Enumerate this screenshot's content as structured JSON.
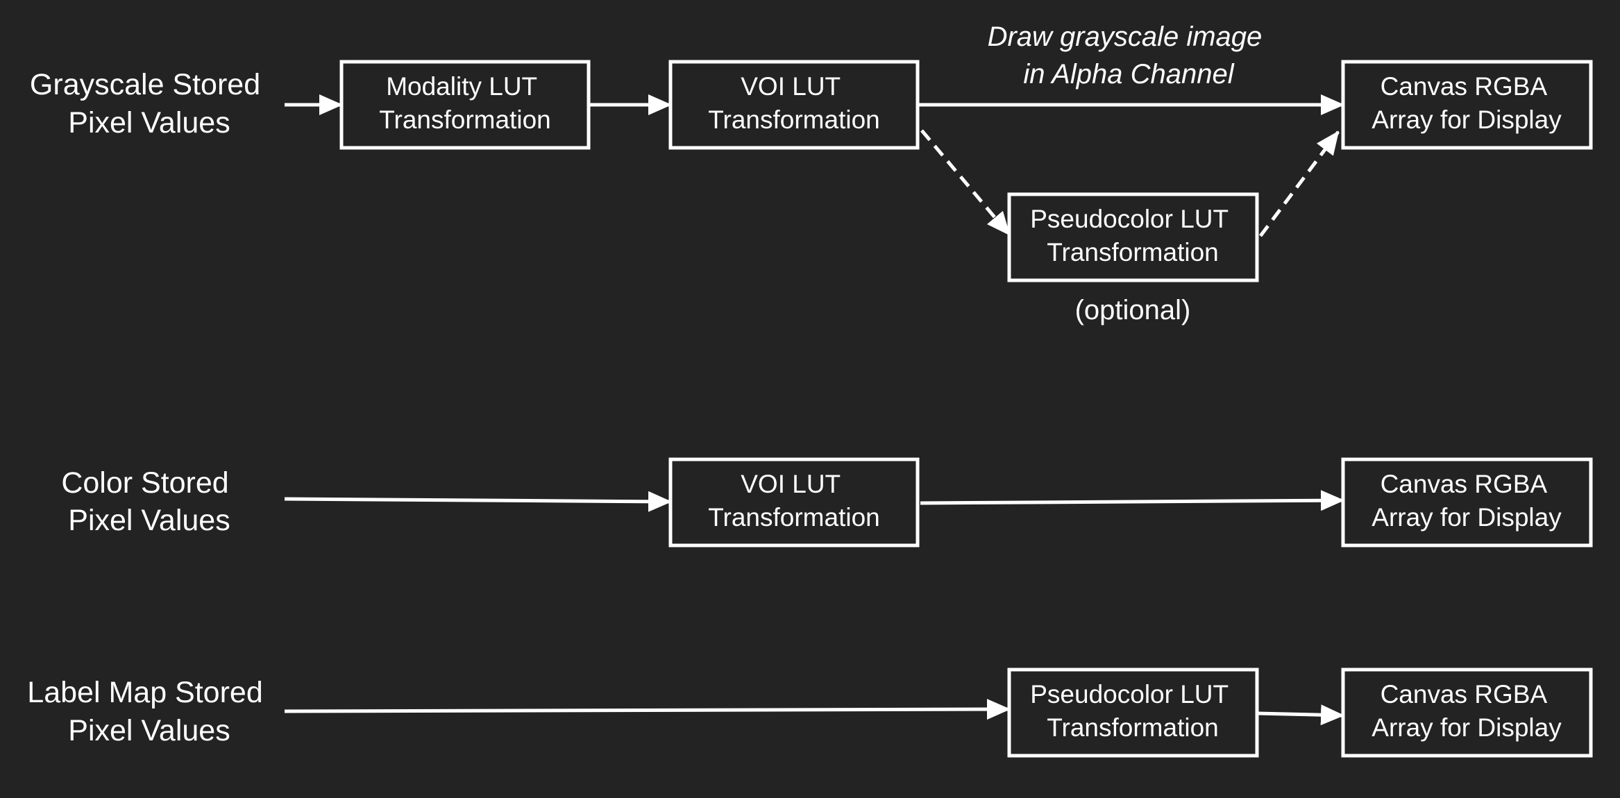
{
  "colors": {
    "background": "#232323",
    "foreground": "#ffffff"
  },
  "rows": {
    "grayscale": {
      "label": [
        "Grayscale Stored",
        "Pixel Values"
      ]
    },
    "color": {
      "label": [
        "Color Stored",
        "Pixel Values"
      ]
    },
    "labelmap": {
      "label": [
        "Label Map Stored",
        "Pixel Values"
      ]
    }
  },
  "nodes": {
    "grayscale_modality_lut": [
      "Modality LUT",
      "Transformation"
    ],
    "grayscale_voi_lut": [
      "VOI LUT",
      "Transformation"
    ],
    "grayscale_pseudocolor_lut": [
      "Pseudocolor LUT",
      "Transformation"
    ],
    "grayscale_canvas": [
      "Canvas RGBA",
      "Array for Display"
    ],
    "color_voi_lut": [
      "VOI LUT",
      "Transformation"
    ],
    "color_canvas": [
      "Canvas RGBA",
      "Array for Display"
    ],
    "labelmap_pseudocolor_lut": [
      "Pseudocolor LUT",
      "Transformation"
    ],
    "labelmap_canvas": [
      "Canvas RGBA",
      "Array for Display"
    ]
  },
  "annotations": {
    "alpha_channel": [
      "Draw grayscale image",
      "in Alpha Channel"
    ],
    "optional": "(optional)"
  },
  "edges": [
    {
      "from": "grayscale_label",
      "to": "grayscale_modality_lut",
      "style": "solid"
    },
    {
      "from": "grayscale_modality_lut",
      "to": "grayscale_voi_lut",
      "style": "solid"
    },
    {
      "from": "grayscale_voi_lut",
      "to": "grayscale_canvas",
      "style": "solid"
    },
    {
      "from": "grayscale_voi_lut",
      "to": "grayscale_pseudocolor_lut",
      "style": "dashed"
    },
    {
      "from": "grayscale_pseudocolor_lut",
      "to": "grayscale_canvas",
      "style": "dashed"
    },
    {
      "from": "color_label",
      "to": "color_voi_lut",
      "style": "solid"
    },
    {
      "from": "color_voi_lut",
      "to": "color_canvas",
      "style": "solid"
    },
    {
      "from": "labelmap_label",
      "to": "labelmap_pseudocolor_lut",
      "style": "solid"
    },
    {
      "from": "labelmap_pseudocolor_lut",
      "to": "labelmap_canvas",
      "style": "solid"
    }
  ]
}
